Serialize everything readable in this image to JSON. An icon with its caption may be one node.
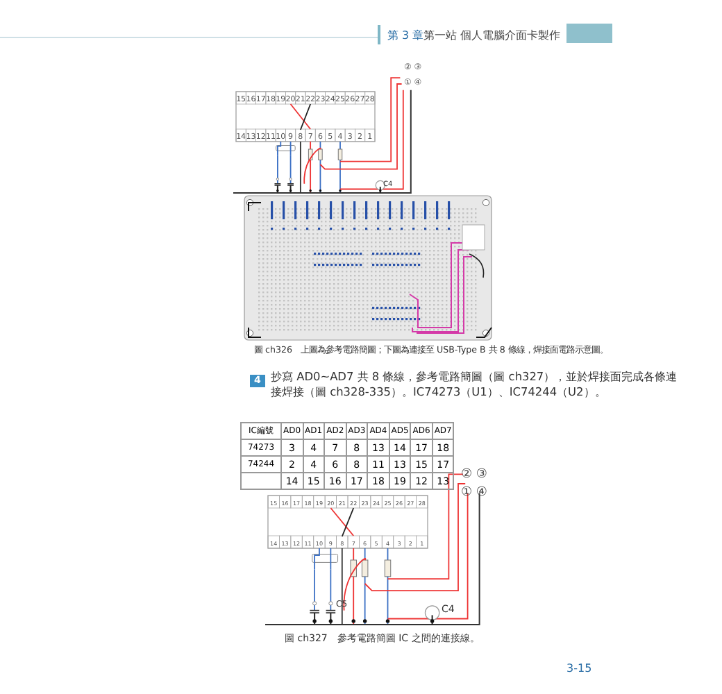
{
  "diagram": {
    "labels": [
      "第 3 章",
      "第一站 個人電腦介面卡製作",
      "② ③",
      "① ④",
      "15",
      "16",
      "17",
      "18",
      "19",
      "20",
      "21",
      "22",
      "23",
      "24",
      "25",
      "26",
      "27",
      "28",
      "14",
      "13",
      "12",
      "11",
      "10",
      "9",
      "8",
      "7",
      "6",
      "5",
      "4",
      "3",
      "2",
      "1",
      "C4",
      "圖 ch326　上圖為參考電路簡圖；下圖為連接至 USB-Type B 共 8 條線，焊接面電路示意圖。",
      "4",
      "抄寫 AD0~AD7 共 8 條線，參考電路簡圖（圖 ch327），並於焊接面完成各條連接焊接（圖 ch328-335）。IC74273（U1）、IC74244（U2）。",
      "IC編號",
      "AD0",
      "AD1",
      "AD2",
      "AD3",
      "AD4",
      "AD5",
      "AD6",
      "AD7",
      "74273",
      "3",
      "4",
      "7",
      "8",
      "13",
      "14",
      "17",
      "18",
      "74244",
      "2",
      "4",
      "6",
      "8",
      "11",
      "13",
      "15",
      "17",
      "14",
      "15",
      "16",
      "17",
      "18",
      "19",
      "12",
      "13",
      "② ③",
      "① ④",
      "15",
      "16",
      "17",
      "18",
      "19",
      "20",
      "21",
      "22",
      "23",
      "24",
      "25",
      "26",
      "27",
      "28",
      "14",
      "13",
      "12",
      "11",
      "10",
      "9",
      "8",
      "7",
      "6",
      "5",
      "4",
      "3",
      "2",
      "1",
      "C5",
      "C4",
      "圖 ch327　參考電路簡圖 IC 之間的連接線。",
      "3-15"
    ]
  }
}
